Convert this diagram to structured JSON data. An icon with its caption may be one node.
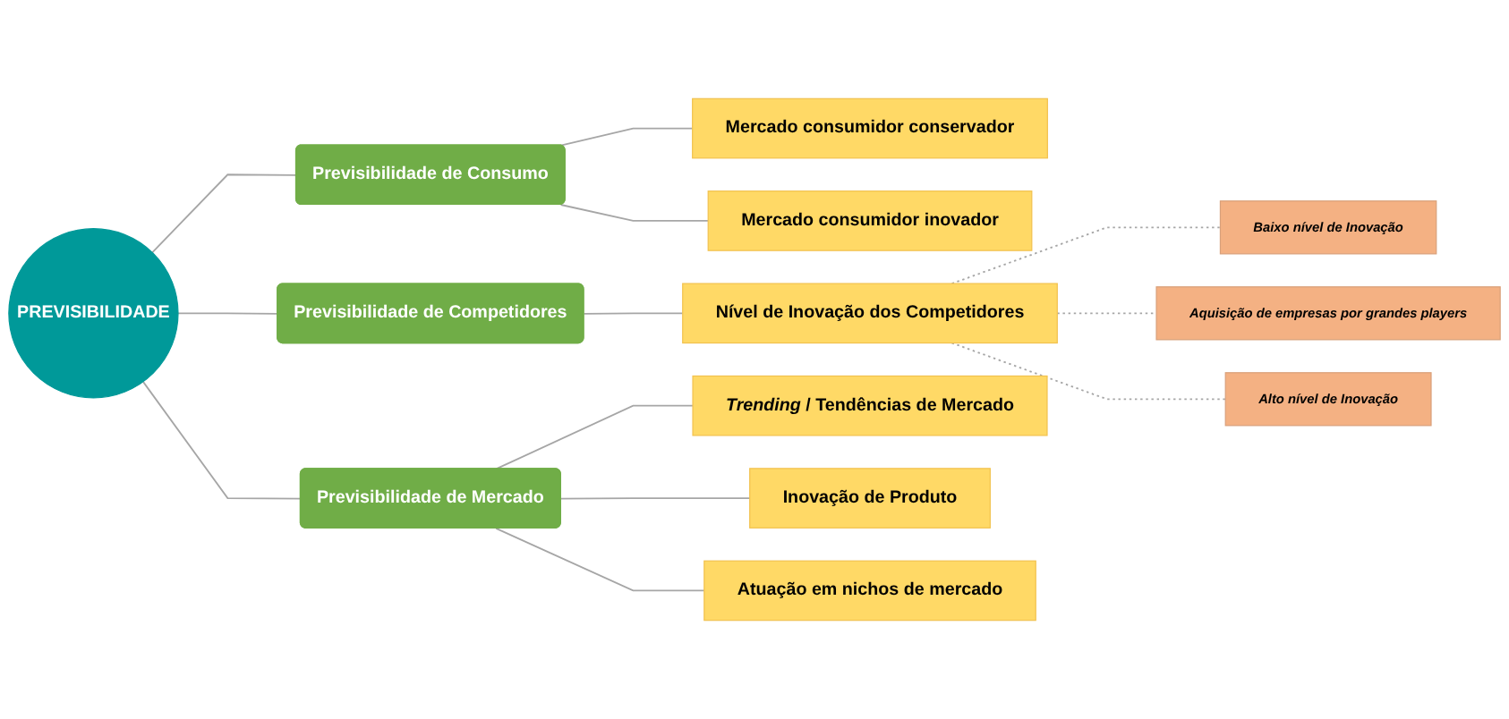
{
  "diagram": {
    "nodes": [
      {
        "text": [
          "PREVISIBILIDADE"
        ]
      },
      {
        "text": [
          "Previsibilidade de Consumo"
        ]
      },
      {
        "text": [
          "Previsibilidade de Competidores"
        ]
      },
      {
        "text": [
          "Previsibilidade de Mercado"
        ]
      },
      {
        "text": [
          "Mercado consumidor conservador"
        ]
      },
      {
        "text": [
          "Mercado consumidor inovador"
        ]
      },
      {
        "text": [
          "Nível de Inovação dos Competidores"
        ]
      },
      {
        "text": [
          "Baixo nível de Inovação"
        ]
      },
      {
        "text": [
          "Aquisição de empresas por grandes players"
        ]
      },
      {
        "text": [
          "Alto nível de Inovação"
        ]
      },
      {
        "text": [
          "*Trending* / Tendências de Mercado"
        ]
      },
      {
        "text": [
          "Inovação de Produto"
        ]
      },
      {
        "text": [
          "Atuação em nichos de mercado"
        ]
      }
    ],
    "edges": [
      {
        "from": 0,
        "to": 1,
        "arrow": "none"
      },
      {
        "from": 0,
        "to": 2,
        "arrow": "none"
      },
      {
        "from": 0,
        "to": 3,
        "arrow": "none"
      },
      {
        "from": 1,
        "to": 4,
        "arrow": "none"
      },
      {
        "from": 1,
        "to": 5,
        "arrow": "none"
      },
      {
        "from": 2,
        "to": 6,
        "arrow": "none"
      },
      {
        "from": 6,
        "to": 7,
        "arrow": "none",
        "style": "dashed"
      },
      {
        "from": 6,
        "to": 8,
        "arrow": "none",
        "style": "dashed"
      },
      {
        "from": 6,
        "to": 9,
        "arrow": "none",
        "style": "dashed"
      },
      {
        "from": 3,
        "to": 10,
        "arrow": "none"
      },
      {
        "from": 3,
        "to": 11,
        "arrow": "none"
      },
      {
        "from": 3,
        "to": 12,
        "arrow": "none"
      }
    ]
  }
}
